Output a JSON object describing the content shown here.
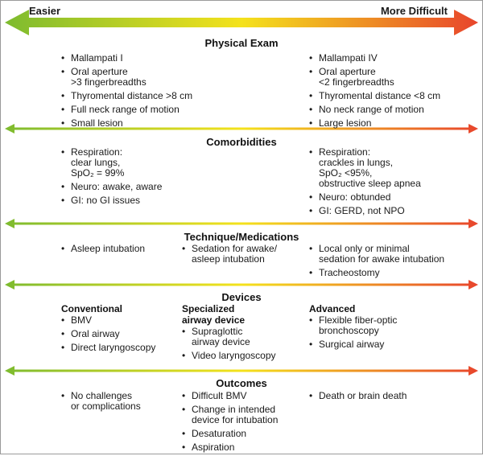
{
  "scale": {
    "easier": "Easier",
    "more_difficult": "More Difficult"
  },
  "colors": {
    "easy": "#7dbb2f",
    "mid": "#f4e21c",
    "hard": "#e8452c"
  },
  "sections": [
    {
      "title": "Physical Exam",
      "columns": [
        {
          "heading": "",
          "items": [
            {
              "lines": [
                "Mallampati I"
              ]
            },
            {
              "lines": [
                "Oral aperture",
                ">3 fingerbreadths"
              ]
            },
            {
              "lines": [
                "Thyromental distance >8 cm"
              ]
            },
            {
              "lines": [
                "Full neck range of motion"
              ]
            },
            {
              "lines": [
                "Small lesion"
              ]
            }
          ]
        },
        {
          "heading": "",
          "items": []
        },
        {
          "heading": "",
          "items": [
            {
              "lines": [
                "Mallampati IV"
              ]
            },
            {
              "lines": [
                "Oral aperture",
                "<2 fingerbreadths"
              ]
            },
            {
              "lines": [
                "Thyromental distance <8 cm"
              ]
            },
            {
              "lines": [
                "No neck range of motion"
              ]
            },
            {
              "lines": [
                "Large lesion"
              ]
            }
          ]
        }
      ]
    },
    {
      "title": "Comorbidities",
      "columns": [
        {
          "heading": "",
          "items": [
            {
              "lines": [
                "Respiration:",
                "clear lungs,",
                "SpO₂ = 99%"
              ]
            },
            {
              "lines": [
                "Neuro: awake, aware"
              ]
            },
            {
              "lines": [
                "GI: no GI issues"
              ]
            }
          ]
        },
        {
          "heading": "",
          "items": []
        },
        {
          "heading": "",
          "items": [
            {
              "lines": [
                "Respiration:",
                "crackles in lungs,",
                "SpO₂ <95%,",
                "obstructive sleep apnea"
              ]
            },
            {
              "lines": [
                "Neuro: obtunded"
              ]
            },
            {
              "lines": [
                "GI: GERD, not NPO"
              ]
            }
          ]
        }
      ]
    },
    {
      "title": "Technique/Medications",
      "columns": [
        {
          "heading": "",
          "items": [
            {
              "lines": [
                "Asleep intubation"
              ]
            }
          ]
        },
        {
          "heading": "",
          "items": [
            {
              "lines": [
                "Sedation for awake/",
                "asleep intubation"
              ]
            }
          ]
        },
        {
          "heading": "",
          "items": [
            {
              "lines": [
                "Local only or minimal",
                "sedation for awake intubation"
              ]
            },
            {
              "lines": [
                "Tracheostomy"
              ]
            }
          ]
        }
      ]
    },
    {
      "title": "Devices",
      "columns": [
        {
          "heading": "Conventional",
          "items": [
            {
              "lines": [
                "BMV"
              ]
            },
            {
              "lines": [
                "Oral airway"
              ]
            },
            {
              "lines": [
                "Direct laryngoscopy"
              ]
            }
          ]
        },
        {
          "heading": "Specialized\nairway device",
          "items": [
            {
              "lines": [
                "Supraglottic",
                "airway device"
              ]
            },
            {
              "lines": [
                "Video laryngoscopy"
              ]
            }
          ]
        },
        {
          "heading": "Advanced",
          "items": [
            {
              "lines": [
                "Flexible fiber-optic",
                "bronchoscopy"
              ]
            },
            {
              "lines": [
                "Surgical airway"
              ]
            }
          ]
        }
      ]
    },
    {
      "title": "Outcomes",
      "columns": [
        {
          "heading": "",
          "items": [
            {
              "lines": [
                "No challenges",
                "or complications"
              ]
            }
          ]
        },
        {
          "heading": "",
          "items": [
            {
              "lines": [
                "Difficult BMV"
              ]
            },
            {
              "lines": [
                "Change in intended",
                "device for intubation"
              ]
            },
            {
              "lines": [
                "Desaturation"
              ]
            },
            {
              "lines": [
                "Aspiration"
              ]
            }
          ]
        },
        {
          "heading": "",
          "items": [
            {
              "lines": [
                "Death or brain death"
              ]
            }
          ]
        }
      ]
    }
  ]
}
